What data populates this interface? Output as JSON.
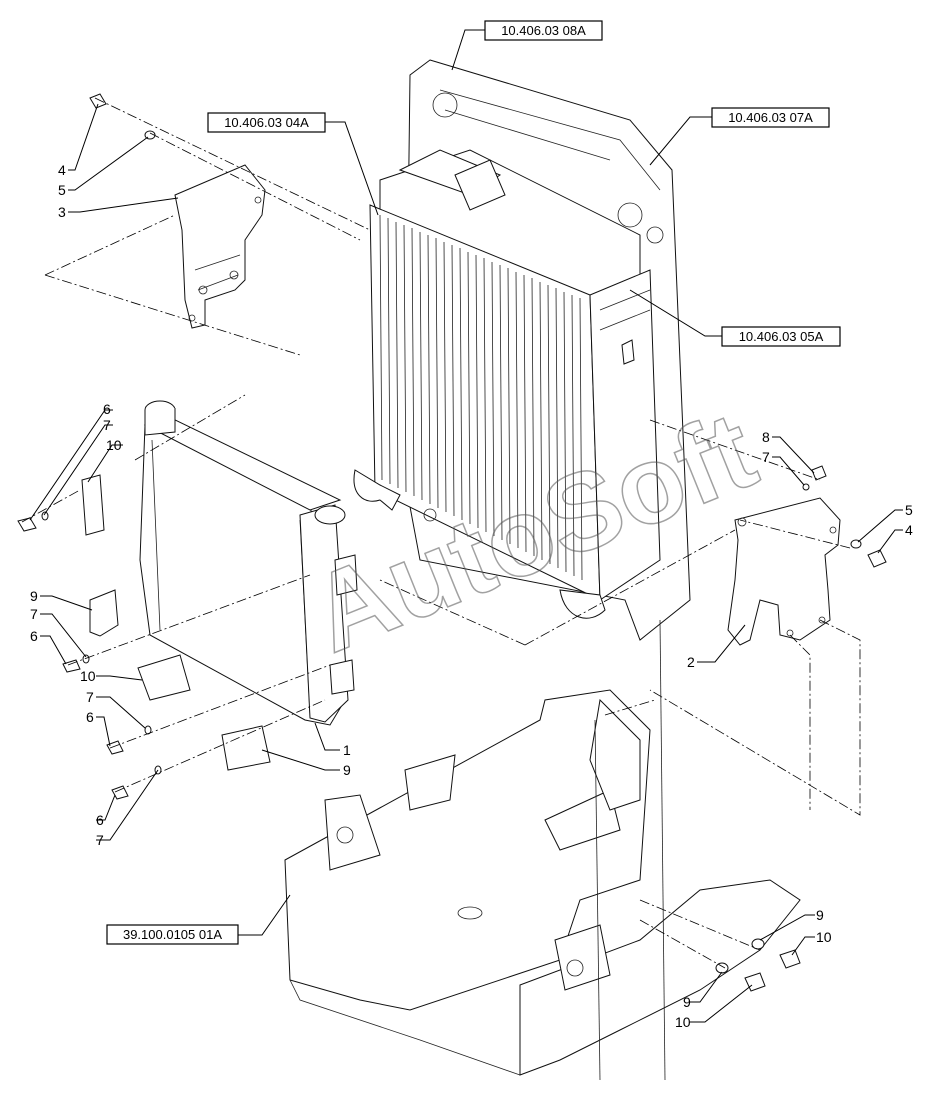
{
  "references": {
    "r1": "10.406.03 08A",
    "r2": "10.406.03 07A",
    "r3": "10.406.03 04A",
    "r4": "10.406.03 05A",
    "r5": "39.100.0105 01A"
  },
  "callouts": {
    "c4a": "4",
    "c5a": "5",
    "c3": "3",
    "c6a": "6",
    "c7a": "7",
    "c10a": "10",
    "c9a": "9",
    "c7b": "7",
    "c6b": "6",
    "c10b": "10",
    "c7c": "7",
    "c6c": "6",
    "c1": "1",
    "c9b": "9",
    "c6d": "6",
    "c7d": "7",
    "c8": "8",
    "c7e": "7",
    "c5b": "5",
    "c4b": "4",
    "c2": "2",
    "c9c": "9",
    "c10c": "10",
    "c9d": "9",
    "c10d": "10"
  },
  "watermark": "AutoSoft"
}
